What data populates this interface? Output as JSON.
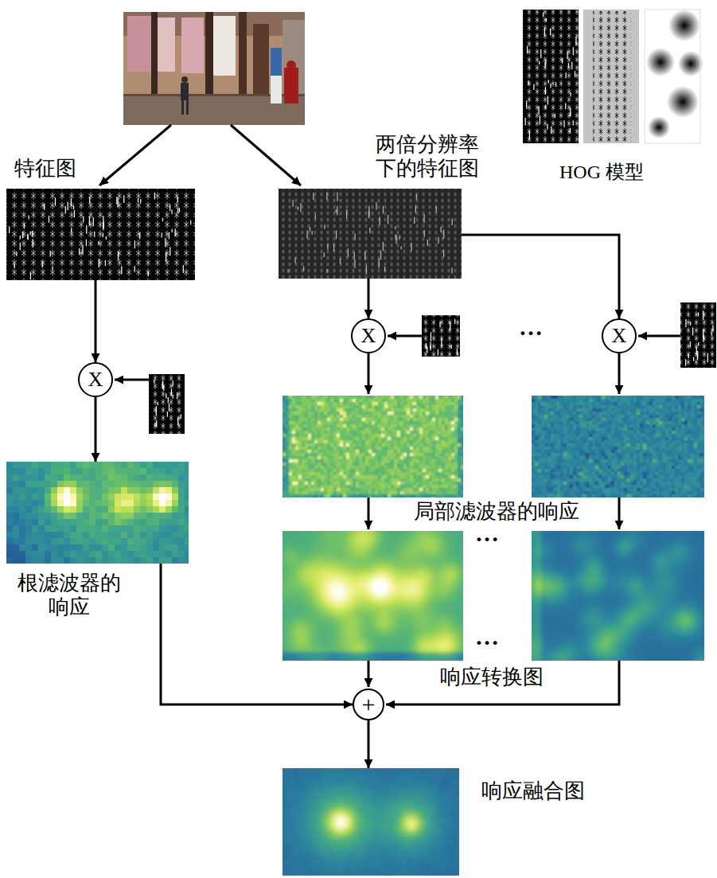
{
  "diagram": {
    "nodes": [
      {
        "text": [
          "特征图"
        ]
      },
      {
        "text": [
          "两倍分辨率 下的特征图"
        ]
      },
      {
        "text": [
          "X"
        ]
      },
      {
        "text": [
          "X"
        ]
      },
      {
        "text": [
          "X"
        ]
      },
      {
        "text": [
          "根滤波器的 响应"
        ]
      },
      {
        "text": [
          "+"
        ]
      },
      {
        "text": [
          "响应融合图"
        ]
      }
    ],
    "edges": [
      {
        "from": 0,
        "to": 2,
        "arrow": "to"
      },
      {
        "from": 1,
        "to": 3,
        "arrow": "to"
      },
      {
        "from": 1,
        "to": 4,
        "arrow": "to"
      },
      {
        "from": 2,
        "to": 5,
        "arrow": "to"
      },
      {
        "from": 5,
        "to": 6,
        "arrow": "to"
      },
      {
        "from": 6,
        "to": 7,
        "arrow": "to"
      }
    ],
    "labels": [
      "HOG 模型",
      "…",
      "局部滤波器的响应",
      "…",
      "…",
      "响应转换图"
    ]
  }
}
